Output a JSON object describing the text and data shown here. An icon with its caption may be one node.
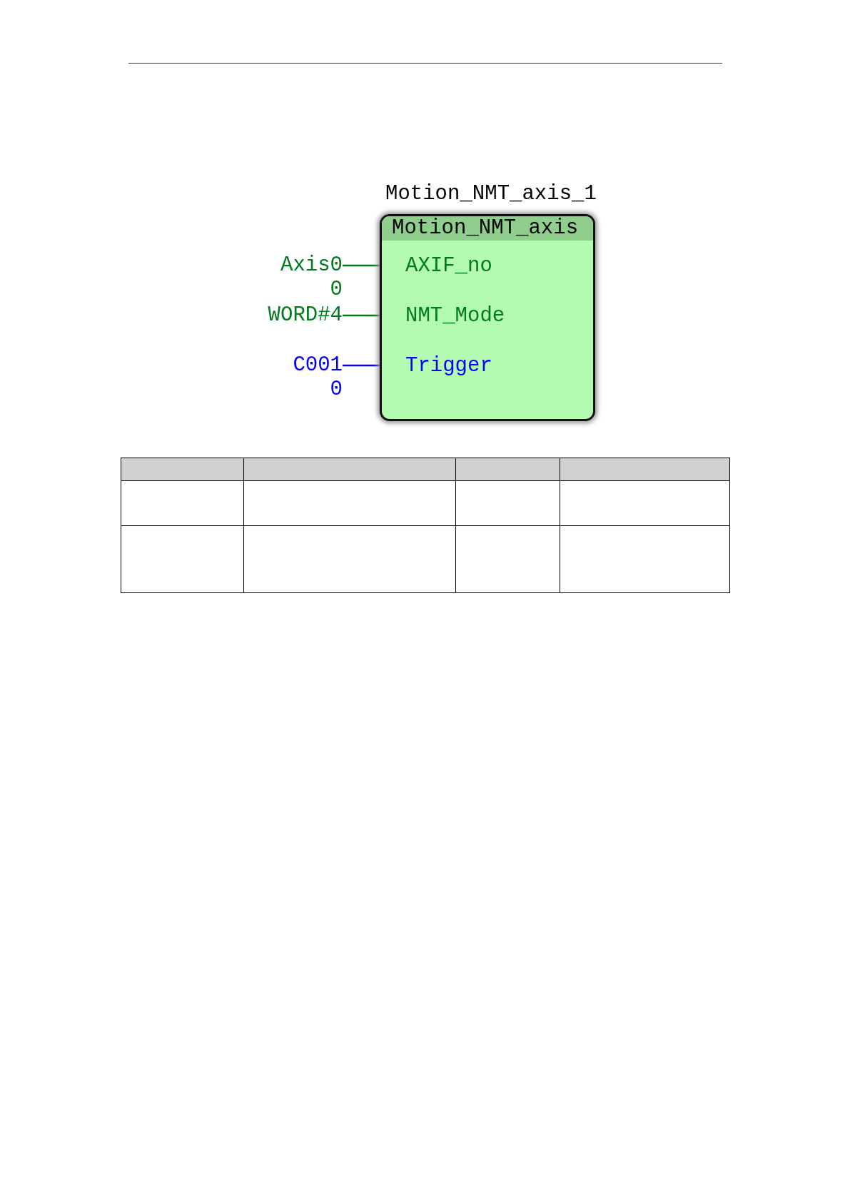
{
  "diagram": {
    "nodes": [
      {
        "text": [
          "Motion_NMT_axis_1",
          "Motion_NMT_axis"
        ]
      },
      {
        "text": [
          "AXIF_no"
        ],
        "in": 0
      },
      {
        "text": [
          "NMT_Mode"
        ],
        "in": 0
      },
      {
        "text": [
          "Trigger"
        ],
        "in": 0
      },
      {
        "text": [
          "Axis0"
        ],
        "beside": [
          "0"
        ]
      },
      {
        "text": [
          "WORD#4"
        ]
      },
      {
        "text": [
          "C001"
        ],
        "beside": [
          "0"
        ]
      }
    ],
    "edges": [
      {
        "from": 4,
        "to": 1,
        "arrow": "none"
      },
      {
        "from": 5,
        "to": 2,
        "arrow": "none"
      },
      {
        "from": 6,
        "to": 3,
        "arrow": "none",
        "color": "#0000ff"
      }
    ]
  }
}
